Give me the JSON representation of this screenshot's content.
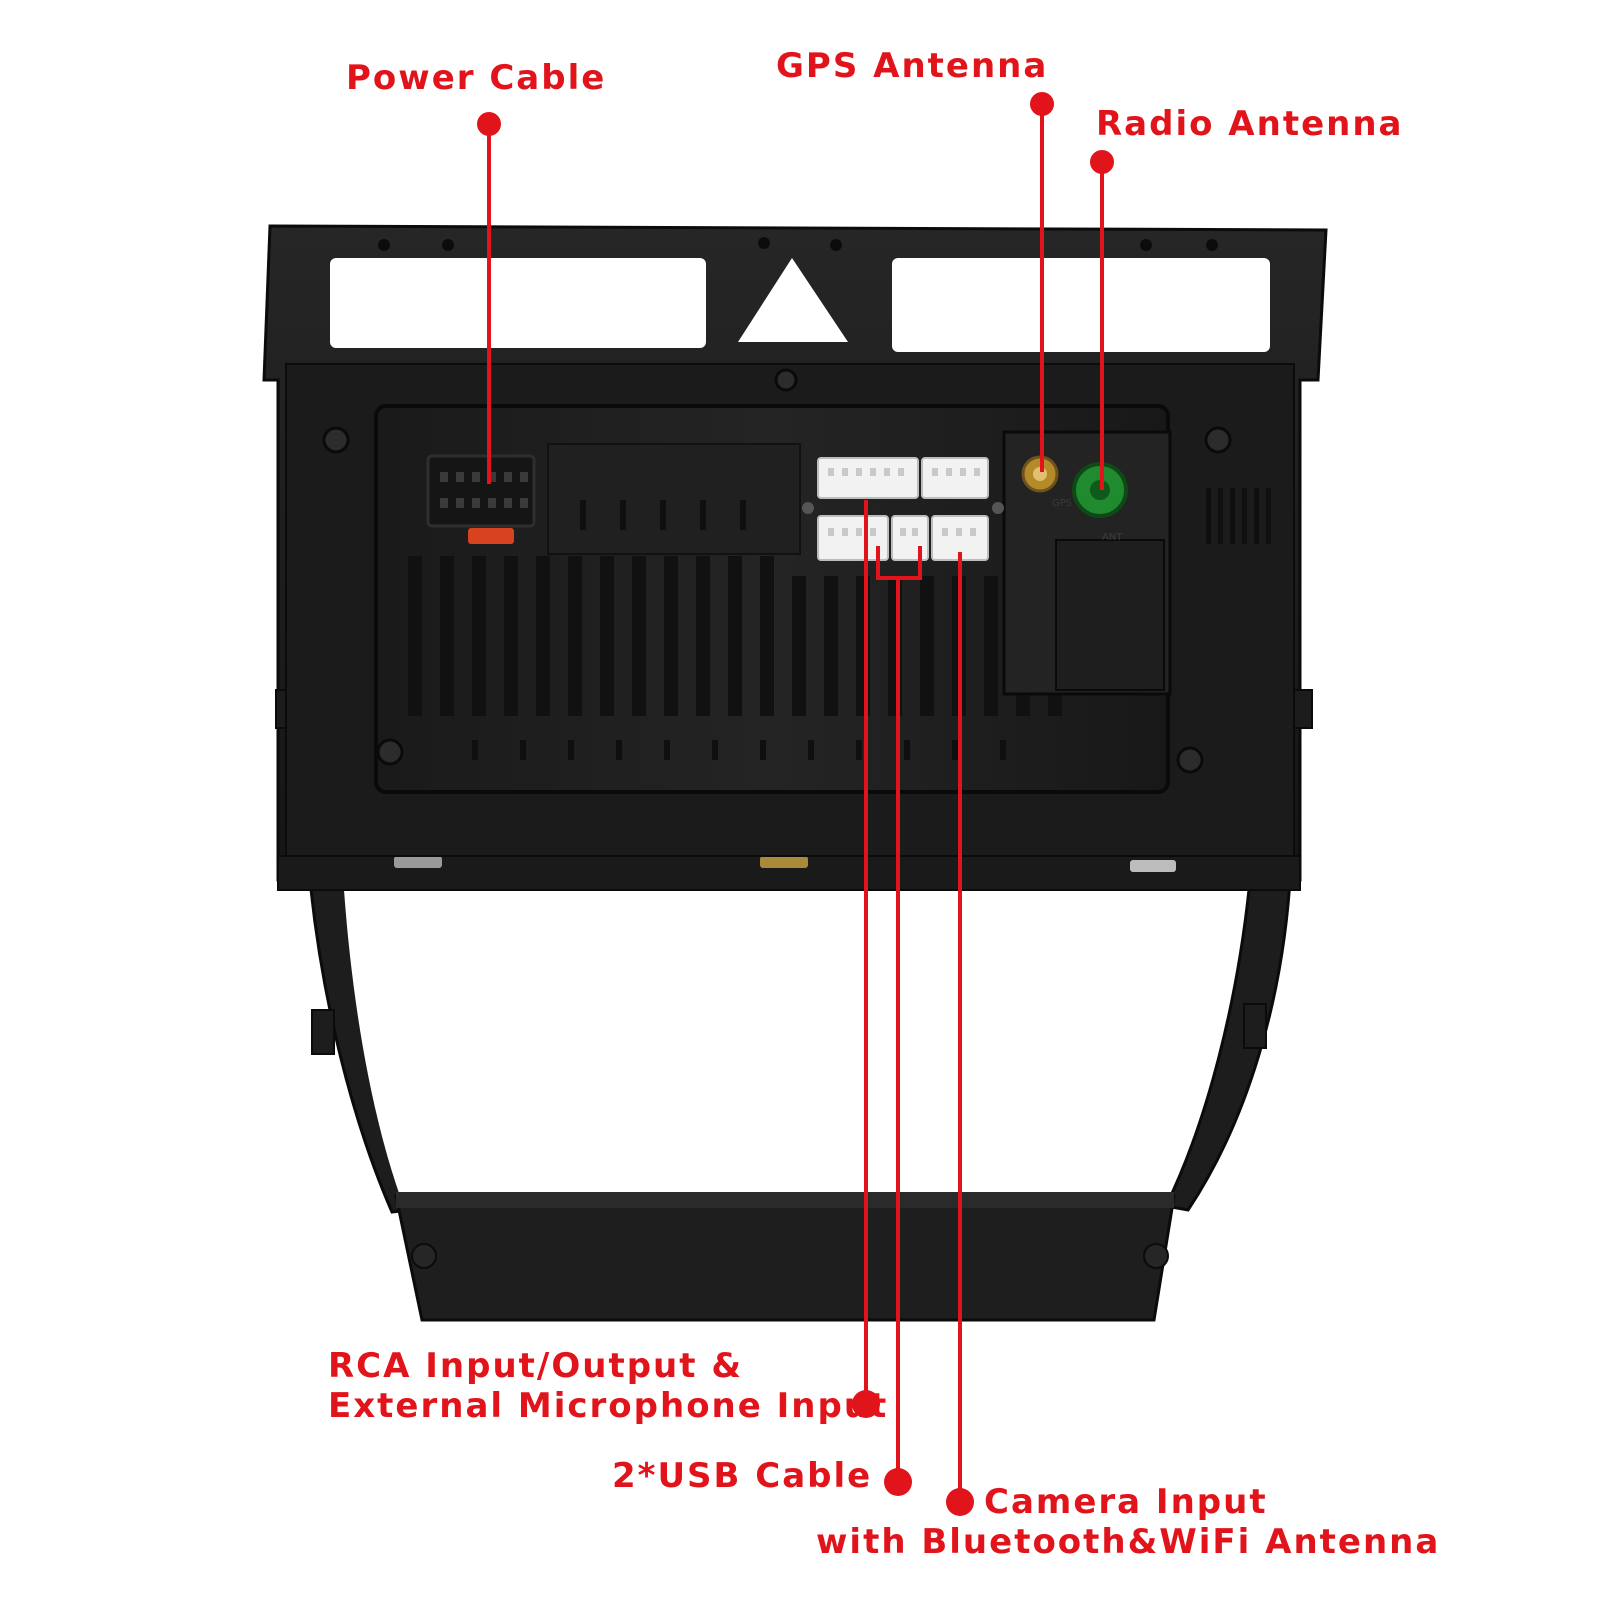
{
  "colors": {
    "callout": "#e1141b",
    "unit_body": "#1c1c1c",
    "unit_edge": "#0d0d0d",
    "connector_white": "#f2f2f2",
    "radio_port_green": "#1f8a2e",
    "gps_port_gold": "#b58a2a",
    "background": "#ffffff"
  },
  "labels": {
    "power_cable": "Power Cable",
    "gps_antenna": "GPS Antenna",
    "radio_antenna": "Radio Antenna",
    "rca_line1": "RCA Input/Output &",
    "rca_line2": "External Microphone Input",
    "usb_cable": "2*USB Cable",
    "camera_line1": "Camera Input",
    "camera_line2": "with Bluetooth&WiFi Antenna"
  },
  "port_marks": {
    "gps": "GPS",
    "radio": "ANT"
  }
}
